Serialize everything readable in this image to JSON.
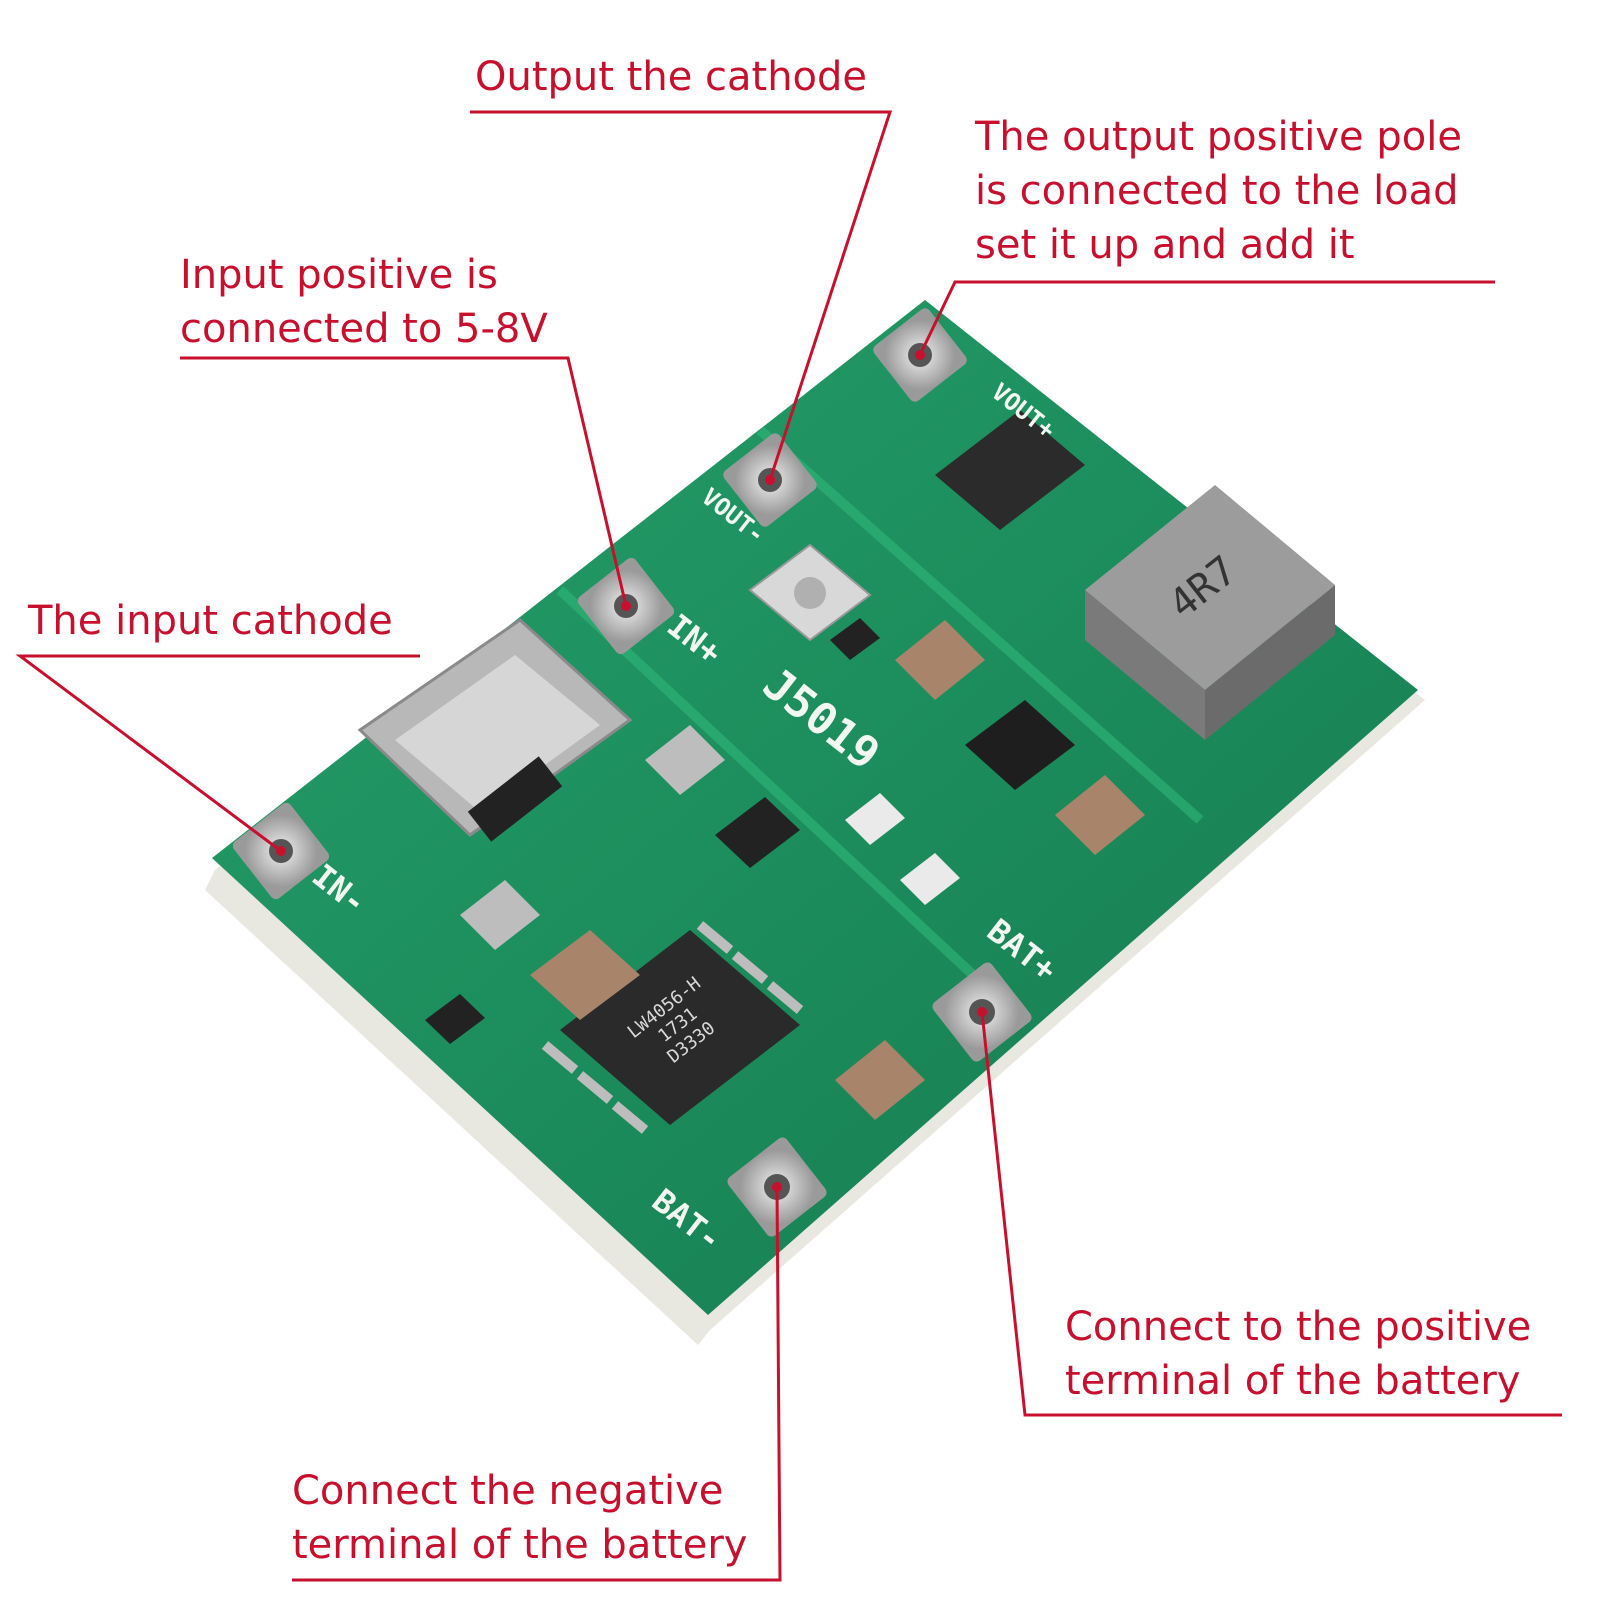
{
  "annotations": {
    "output_cathode": {
      "lines": [
        "Output the cathode"
      ]
    },
    "output_positive": {
      "lines": [
        "The output positive pole",
        "is connected to the load",
        "set it up and add it"
      ]
    },
    "input_positive": {
      "lines": [
        "Input positive is",
        "connected to 5-8V"
      ]
    },
    "input_cathode": {
      "lines": [
        "The input cathode"
      ]
    },
    "battery_positive": {
      "lines": [
        "Connect to the positive",
        "terminal of the battery"
      ]
    },
    "battery_negative": {
      "lines": [
        "Connect the negative",
        "terminal of the battery"
      ]
    }
  },
  "board": {
    "model": "J5019",
    "pads": {
      "vout_plus": "VOUT+",
      "vout_minus": "VOUT-",
      "in_plus": "IN+",
      "in_minus": "IN-",
      "bat_plus": "BAT+",
      "bat_minus": "BAT-"
    },
    "inductor_marking": "4R7",
    "ic_marking": [
      "LW4056-H",
      "1731",
      "D3330"
    ]
  },
  "colors": {
    "annotation": "#c8102e",
    "pcb": "#1f8a5c",
    "pad": "#c9c9c9"
  }
}
